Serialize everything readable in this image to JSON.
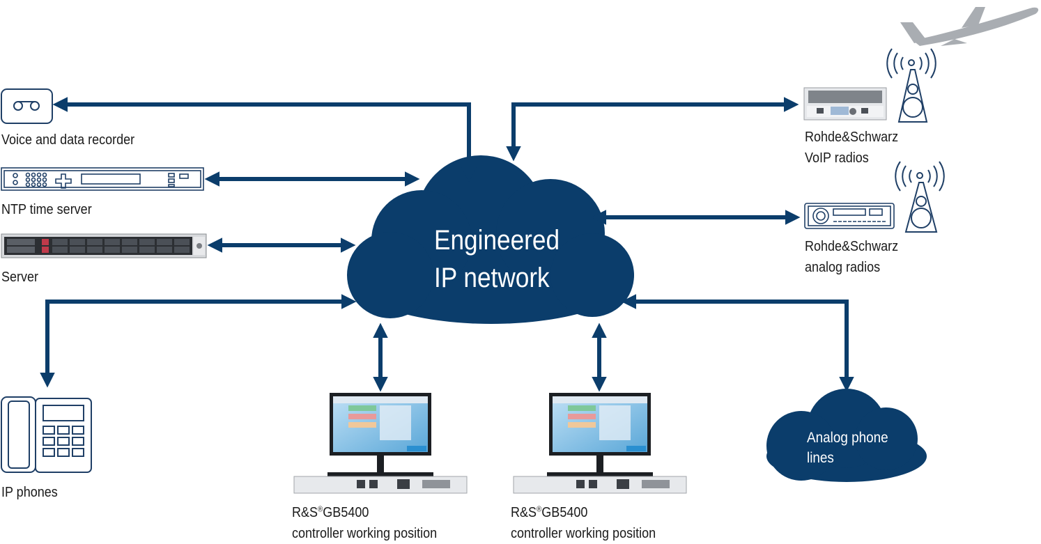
{
  "colors": {
    "network": "#0b3d6b",
    "arrow": "#0b3d6b",
    "device_light": "#e9ebee",
    "device_dark": "#2c2f33"
  },
  "network_cloud": {
    "line1": "Engineered",
    "line2": "IP network"
  },
  "analog_cloud": {
    "line1": "Analog phone",
    "line2": "lines"
  },
  "devices": {
    "recorder": {
      "label": "Voice and data recorder",
      "icon": "recorder-icon"
    },
    "ntp": {
      "label": "NTP time server",
      "icon": "ntp-server-icon"
    },
    "server": {
      "label": "Server",
      "icon": "rack-server-icon"
    },
    "phone": {
      "label": "IP phones",
      "icon": "ip-phone-icon"
    },
    "voip": {
      "line1": "Rohde&Schwarz",
      "line2": "VoIP radios",
      "icon": "voip-radio-icon"
    },
    "analog": {
      "line1": "Rohde&Schwarz",
      "line2": "analog radios",
      "icon": "analog-radio-icon"
    },
    "cwp1": {
      "brand": "R&S",
      "reg": "®",
      "model": "GB5400",
      "line2": "controller working position",
      "icon": "controller-workstation-icon"
    },
    "cwp2": {
      "brand": "R&S",
      "reg": "®",
      "model": "GB5400",
      "line2": "controller working position",
      "icon": "controller-workstation-icon"
    },
    "aircraft": {
      "icon": "airplane-icon"
    },
    "antenna": {
      "icon": "radio-tower-icon"
    }
  }
}
